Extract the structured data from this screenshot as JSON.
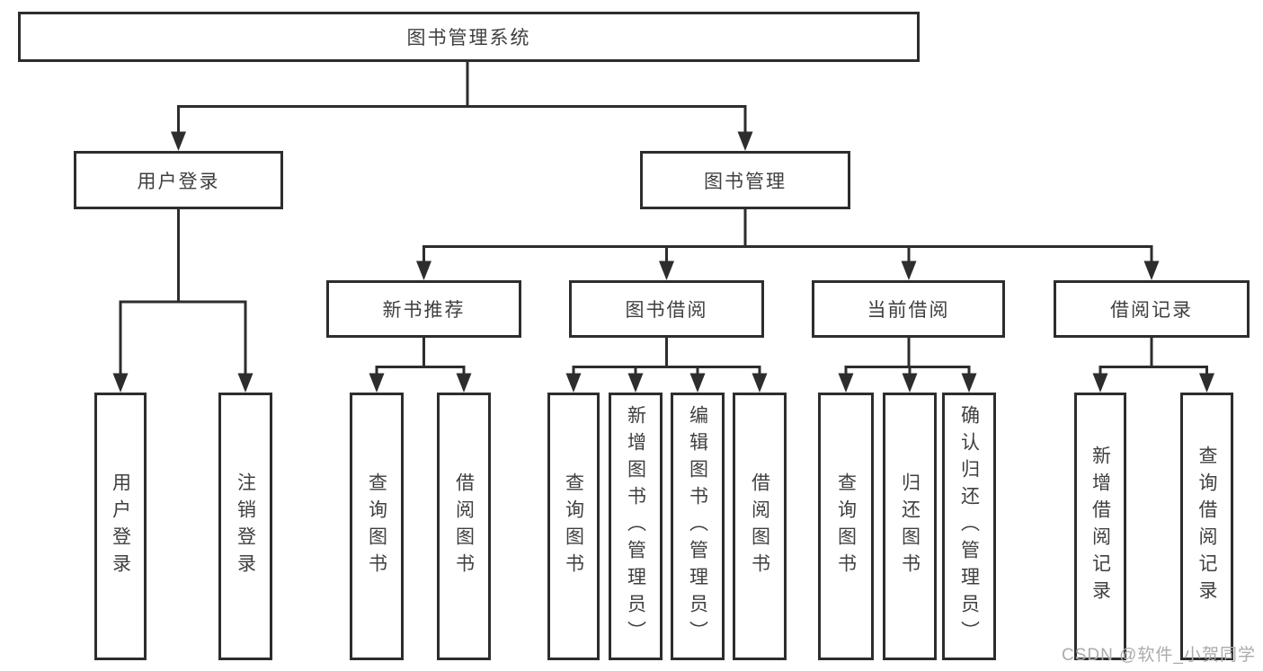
{
  "diagram": {
    "root": {
      "label": "图书管理系统"
    },
    "branches": [
      {
        "label": "用户登录",
        "children": [
          {
            "label": "用户登录"
          },
          {
            "label": "注销登录"
          }
        ]
      },
      {
        "label": "图书管理",
        "children": [
          {
            "label": "新书推荐",
            "children": [
              {
                "label": "查询图书"
              },
              {
                "label": "借阅图书"
              }
            ]
          },
          {
            "label": "图书借阅",
            "children": [
              {
                "label": "查询图书"
              },
              {
                "label": "新增图书（管理员）"
              },
              {
                "label": "编辑图书（管理员）"
              },
              {
                "label": "借阅图书"
              }
            ]
          },
          {
            "label": "当前借阅",
            "children": [
              {
                "label": "查询图书"
              },
              {
                "label": "归还图书"
              },
              {
                "label": "确认归还（管理员）"
              }
            ]
          },
          {
            "label": "借阅记录",
            "children": [
              {
                "label": "新增借阅记录"
              },
              {
                "label": "查询借阅记录"
              }
            ]
          }
        ]
      }
    ]
  },
  "watermark": {
    "text": "CSDN @软件_小贺同学"
  },
  "colors": {
    "line": "#2d2d2d",
    "text": "#3f3f3f",
    "watermark": "#ababab",
    "background": "#ffffff"
  }
}
